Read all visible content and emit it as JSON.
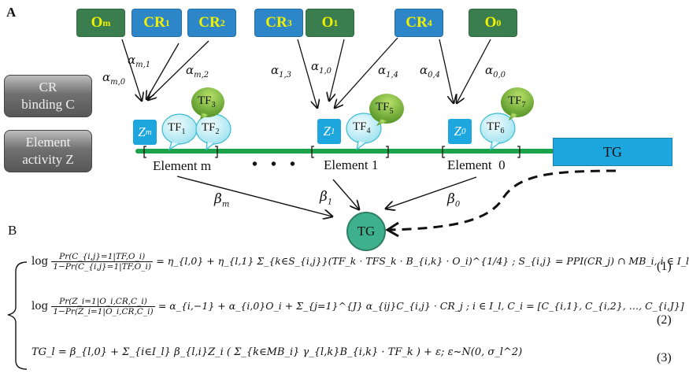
{
  "panels": {
    "a": "A",
    "b": "B"
  },
  "top_boxes": [
    {
      "id": "Om",
      "base": "O",
      "sub": "m",
      "kind": "observed"
    },
    {
      "id": "CR1",
      "base": "CR",
      "sub": "1",
      "kind": "chromatin-regulator"
    },
    {
      "id": "CR2",
      "base": "CR",
      "sub": "2",
      "kind": "chromatin-regulator"
    },
    {
      "id": "CR3",
      "base": "CR",
      "sub": "3",
      "kind": "chromatin-regulator"
    },
    {
      "id": "O1",
      "base": "O",
      "sub": "1",
      "kind": "observed"
    },
    {
      "id": "CR4",
      "base": "CR",
      "sub": "4",
      "kind": "chromatin-regulator"
    },
    {
      "id": "O0",
      "base": "O",
      "sub": "0",
      "kind": "observed"
    }
  ],
  "legend": [
    {
      "line1": "CR",
      "line2": "binding C"
    },
    {
      "line1": "Element",
      "line2": "activity Z"
    }
  ],
  "alpha_labels": [
    {
      "base": "α",
      "sub": "m,1"
    },
    {
      "base": "α",
      "sub": "m,2"
    },
    {
      "base": "α",
      "sub": "m,0"
    },
    {
      "base": "α",
      "sub": "1,3"
    },
    {
      "base": "α",
      "sub": "1,0"
    },
    {
      "base": "α",
      "sub": "1,4"
    },
    {
      "base": "α",
      "sub": "0,4"
    },
    {
      "base": "α",
      "sub": "0,0"
    }
  ],
  "elements": [
    {
      "label": "Element m",
      "z": {
        "base": "Z",
        "sub": "m"
      }
    },
    {
      "label": "Element 1",
      "z": {
        "base": "Z",
        "sub": "1"
      }
    },
    {
      "label": "Element  0",
      "z": {
        "base": "Z",
        "sub": "0"
      }
    }
  ],
  "ellipsis": "• • •",
  "tf_bubbles": [
    {
      "base": "TF",
      "sub": "1",
      "color": "cyan"
    },
    {
      "base": "TF",
      "sub": "2",
      "color": "cyan"
    },
    {
      "base": "TF",
      "sub": "3",
      "color": "green"
    },
    {
      "base": "TF",
      "sub": "4",
      "color": "cyan"
    },
    {
      "base": "TF",
      "sub": "5",
      "color": "green"
    },
    {
      "base": "TF",
      "sub": "6",
      "color": "cyan"
    },
    {
      "base": "TF",
      "sub": "7",
      "color": "green"
    }
  ],
  "target_gene_rect": "TG",
  "target_gene_circle": "TG",
  "beta_labels": [
    {
      "base": "β",
      "sub": "m"
    },
    {
      "base": "β",
      "sub": "1"
    },
    {
      "base": "β",
      "sub": "0"
    }
  ],
  "equations": [
    {
      "lhs_log": "log",
      "frac_num": "Pr(C_{i,j}=1|TF,O_i)",
      "frac_den": "1−Pr(C_{i,j}=1|TF,O_i)",
      "rhs": "= η_{l,0} + η_{l,1} Σ_{k∈S_{i,j}}(TF_k · TFS_k · B_{i,k} · O_i)^{1/4} ; S_{i,j} = PPI(CR_j) ∩ MB_i, i ∈ I_l",
      "number": "(1)"
    },
    {
      "lhs_log": "log",
      "frac_num": "Pr(Z_i=1|O_i,CR,C_i)",
      "frac_den": "1−Pr(Z_i=1|O_i,CR,C_i)",
      "rhs": "= α_{i,−1} + α_{i,0}O_i + Σ_{j=1}^{J} α_{ij}C_{i,j} · CR_j ; i ∈ I_l, C_i = [C_{i,1}, C_{i,2}, …, C_{i,J}]",
      "number": "(2)"
    },
    {
      "rhs": "TG_l = β_{l,0} + Σ_{i∈I_l} β_{l,i}Z_i ( Σ_{k∈MB_i} γ_{l,k}B_{i,k} · TF_k ) + ε; ε~N(0, σ_l^2)",
      "number": "(3)"
    }
  ],
  "colors": {
    "observed_box": "#3a7d4f",
    "cr_box": "#2c86c8",
    "box_text": "#f3f200",
    "element_line": "#1aa34a",
    "z_box": "#1ea6df",
    "tf_cyan": "#bfeef5",
    "tf_green": "#7fb83a",
    "tg_circle": "#3fb08c"
  }
}
